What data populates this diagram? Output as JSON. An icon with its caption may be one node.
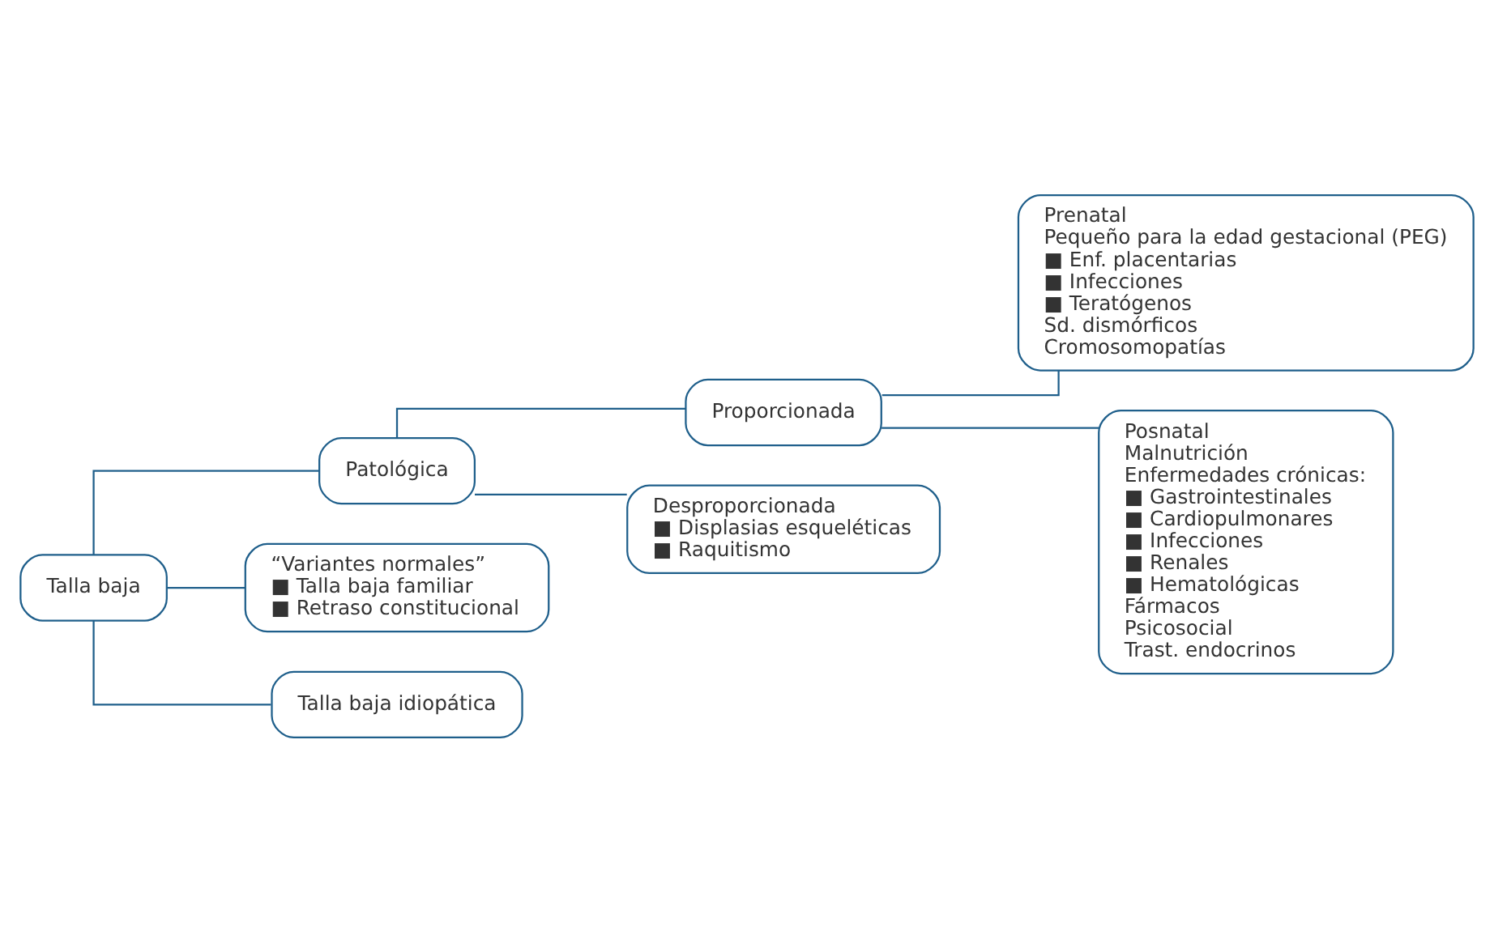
{
  "diagram": {
    "nodes": [
      {
        "text": [
          "Talla baja"
        ]
      },
      {
        "text": [
          "Patológica"
        ]
      },
      {
        "text": [
          "Proporcionada"
        ]
      },
      {
        "text": [
          "Prenatal",
          "Pequeño para la edad gestacional (PEG)",
          "■ Enf. placentarias",
          "■ Infecciones",
          "■ Teratógenos",
          "Sd. dismórficos",
          "Cromosomopatías"
        ]
      },
      {
        "text": [
          "Posnatal",
          "Malnutrición",
          "Enfermedades crónicas:",
          "■ Gastrointestinales",
          "■ Cardiopulmonares",
          "■ Infecciones",
          "■ Renales",
          "■ Hematológicas",
          "Fármacos",
          "Psicosocial",
          "Trast. endocrinos"
        ]
      },
      {
        "text": [
          "Desproporcionada",
          "■ Displasias esqueléticas",
          "■ Raquitismo"
        ]
      },
      {
        "text": [
          "“Variantes normales”",
          "■ Talla baja familiar",
          "■ Retraso constitucional"
        ]
      },
      {
        "text": [
          "Talla baja idiopática"
        ]
      }
    ],
    "edges": [
      {
        "from": 0,
        "to": 1,
        "arrow": "none"
      },
      {
        "from": 1,
        "to": 2,
        "arrow": "none"
      },
      {
        "from": 2,
        "to": 3,
        "arrow": "none"
      },
      {
        "from": 2,
        "to": 4,
        "arrow": "none"
      },
      {
        "from": 1,
        "to": 5,
        "arrow": "none"
      },
      {
        "from": 0,
        "to": 6,
        "arrow": "none"
      },
      {
        "from": 0,
        "to": 7,
        "arrow": "none"
      }
    ]
  }
}
